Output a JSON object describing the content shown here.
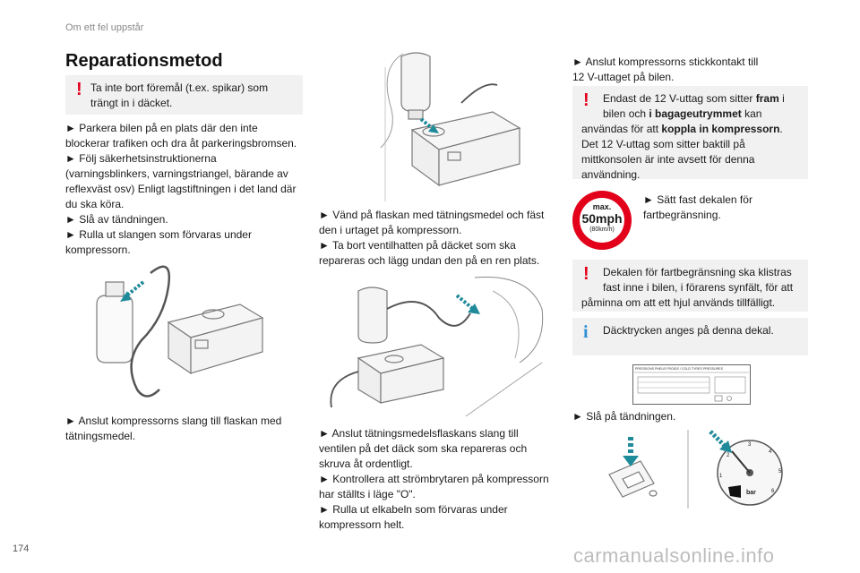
{
  "header": {
    "section": "Om ett fel uppstår"
  },
  "page_number": "174",
  "watermark": "carmanualsonline.info",
  "title": "Reparationsmetod",
  "col1": {
    "warning": [
      "Ta inte bort föremål (t.ex. spikar) som",
      "trängt in i däcket."
    ],
    "steps": [
      "► Parkera bilen på en plats där den inte",
      "blockerar trafiken och dra åt parkeringsbromsen.",
      "► Följ säkerhetsinstruktionerna",
      "(varningsblinkers, varningstriangel, bärande av",
      "reflexväst osv) Enligt lagstiftningen i det land där",
      "du ska köra.",
      "► Slå av tändningen.",
      "► Rulla ut slangen som förvaras under",
      "kompressorn."
    ],
    "step_connect": [
      "► Anslut kompressorns slang till flaskan med",
      "tätningsmedel."
    ]
  },
  "col2": {
    "steps_a": [
      "► Vänd på flaskan med tätningsmedel och fäst",
      "den i urtaget på kompressorn.",
      "► Ta bort ventilhatten på däcket som ska",
      "repareras och lägg undan den på en ren plats."
    ],
    "steps_b": [
      "► Anslut tätningsmedelsflaskans slang till",
      "ventilen på det däck som ska repareras och",
      "skruva åt ordentligt.",
      "► Kontrollera att strömbrytaren på kompressorn",
      "har ställts i läge \"O\".",
      "► Rulla ut elkabeln som förvaras under",
      "kompressorn helt."
    ]
  },
  "col3": {
    "step_plug": [
      "► Anslut kompressorns stickkontakt till",
      "12 V-uttaget på bilen."
    ],
    "warning_outlet": {
      "l1_pre": "Endast de 12 V-uttag som sitter ",
      "l1_bold": "fram",
      "l1_post": " i",
      "l2_pre": "bilen och ",
      "l2_bold": "i bagageutrymmet",
      "l2_post": " kan",
      "l3_pre": "användas för att ",
      "l3_bold": "koppla in kompressorn",
      "l3_post": ".",
      "l4": "Det 12 V-uttag som sitter baktill på",
      "l5": "mittkonsolen är inte avsett för denna",
      "l6": "användning."
    },
    "speed_sign": {
      "top": "max.",
      "mid": "50mph",
      "bottom": "(80km/h)"
    },
    "step_sticker": [
      "► Sätt fast dekalen för",
      "fartbegränsning."
    ],
    "warning_sticker": [
      "Dekalen för fartbegränsning ska klistras",
      "fast inne i bilen, i förarens synfält, för att",
      "påminna om att ett hjul används tillfälligt."
    ],
    "info_pressure": "Däcktrycken anges på denna dekal.",
    "pressure_label_title": "PRESSIONS PNEUS FROIDS / COLD TYRES PRESSURES",
    "step_ignition": "► Slå på tändningen.",
    "gauge_unit": "bar",
    "gauge_numbers": [
      "1",
      "2",
      "3",
      "4",
      "5",
      "6"
    ]
  },
  "colors": {
    "warning_red": "#e2001a",
    "info_blue": "#2f8fd6",
    "note_bg": "#f1f1f1",
    "arrow_teal": "#1f8a9a"
  },
  "icons": [
    "warning-exclamation-icon",
    "info-icon",
    "speed-limit-sign",
    "arrow-icon"
  ]
}
